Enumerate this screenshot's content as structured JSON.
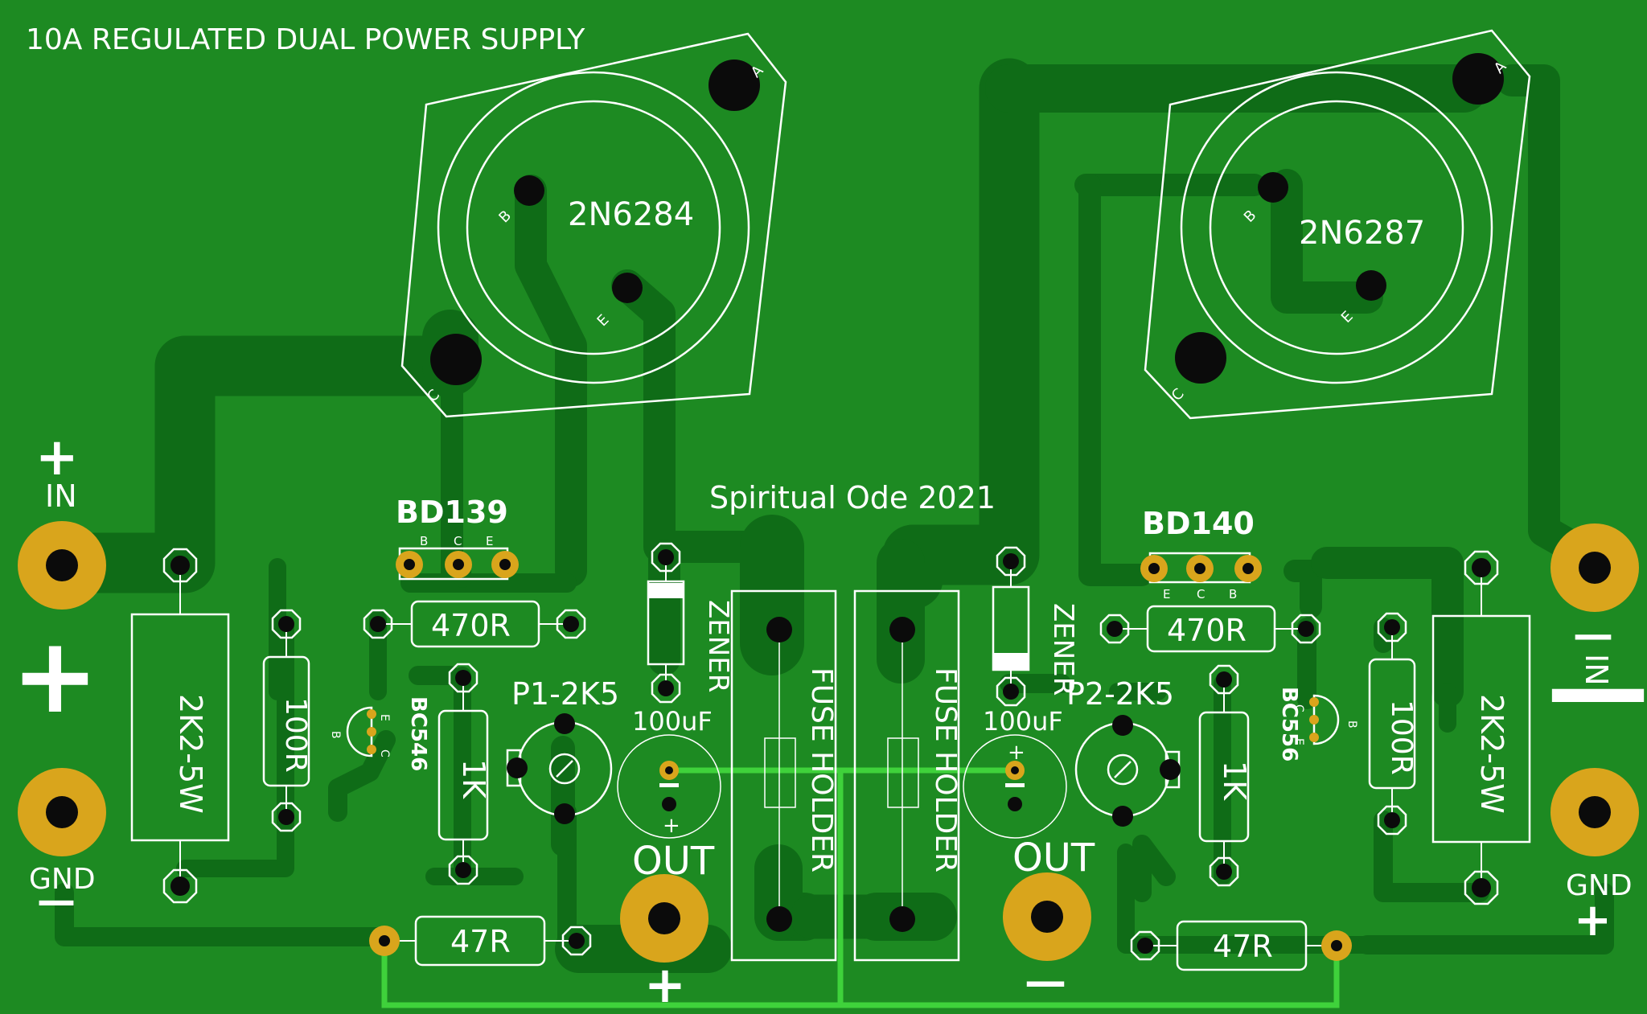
{
  "board": {
    "title": "10A REGULATED DUAL POWER SUPPLY",
    "signature": "Spiritual Ode 2021",
    "colors": {
      "board": "#1d8a22",
      "trace": "#0f6c17",
      "pad": "#d9a51c",
      "silk": "#ffffff",
      "wire": "#3fd23b"
    }
  },
  "left": {
    "transistor_main": "2N6284",
    "transistor_driver": "BD139",
    "driver_pins": [
      "B",
      "C",
      "E"
    ],
    "small_transistor": "BC546",
    "small_pins": [
      "B",
      "C",
      "E"
    ],
    "pin_b": "B",
    "pin_e": "E",
    "pin_c": "C",
    "pin_a": "A",
    "r_470": "470R",
    "r_2k2": "2K2-5W",
    "r_100": "100R",
    "r_1k": "1K",
    "r_47": "47R",
    "pot": "P1-2K5",
    "cap": "100uF",
    "cap_plus": "+",
    "zener": "ZENER",
    "fuse": "FUSE HOLDER",
    "in_sign": "+",
    "in_label": "IN",
    "big_plus": "+",
    "gnd_label": "GND",
    "gnd_minus": "—",
    "out_label": "OUT",
    "out_sign": "+"
  },
  "right": {
    "transistor_main": "2N6287",
    "transistor_driver": "BD140",
    "driver_pins": [
      "E",
      "C",
      "B"
    ],
    "small_transistor": "BC556",
    "small_pins": [
      "C",
      "E",
      "B"
    ],
    "pin_b": "B",
    "pin_e": "E",
    "pin_c": "C",
    "pin_a": "A",
    "r_470": "470R",
    "r_2k2": "2K2-5W",
    "r_100": "100R",
    "r_1k": "1K",
    "r_47": "47R",
    "pot": "P2-2K5",
    "cap": "100uF",
    "cap_plus": "+",
    "zener": "ZENER",
    "fuse": "FUSE HOLDER",
    "in_sign": "—",
    "in_label": "IN",
    "big_minus": "—",
    "gnd_label": "GND",
    "gnd_plus": "+",
    "out_label": "OUT",
    "out_sign": "—"
  }
}
